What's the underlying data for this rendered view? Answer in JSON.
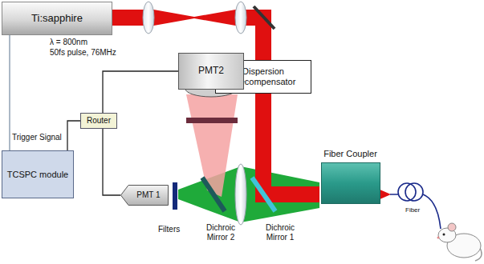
{
  "diagram": {
    "nodes": [
      {
        "text": [
          "Ti:sapphire"
        ]
      },
      {
        "text": [
          "Dispersion Precompensator"
        ]
      },
      {
        "text": [
          "PMT2"
        ]
      },
      {
        "text": [
          "Router"
        ]
      },
      {
        "text": [
          "TCSPC module"
        ]
      },
      {
        "text": [
          "PMT 1"
        ]
      },
      {
        "text": [
          "Fiber Coupler"
        ]
      }
    ],
    "edges": [
      {
        "from": 0,
        "to": 1,
        "arrow": "none"
      },
      {
        "from": 1,
        "to": 6,
        "arrow": "none"
      },
      {
        "from": 0,
        "to": 4,
        "arrow": "none"
      },
      {
        "from": 3,
        "to": 4,
        "arrow": "none"
      },
      {
        "from": 3,
        "to": 2,
        "arrow": "none"
      },
      {
        "from": 3,
        "to": 5,
        "arrow": "none"
      }
    ],
    "labels": [
      "λ = 800nm",
      "50fs pulse, 76MHz",
      "Trigger",
      "Signal",
      "Filters",
      "Dichroic Mirror 2",
      "Dichroic Mirror 1",
      "Fiber"
    ]
  }
}
